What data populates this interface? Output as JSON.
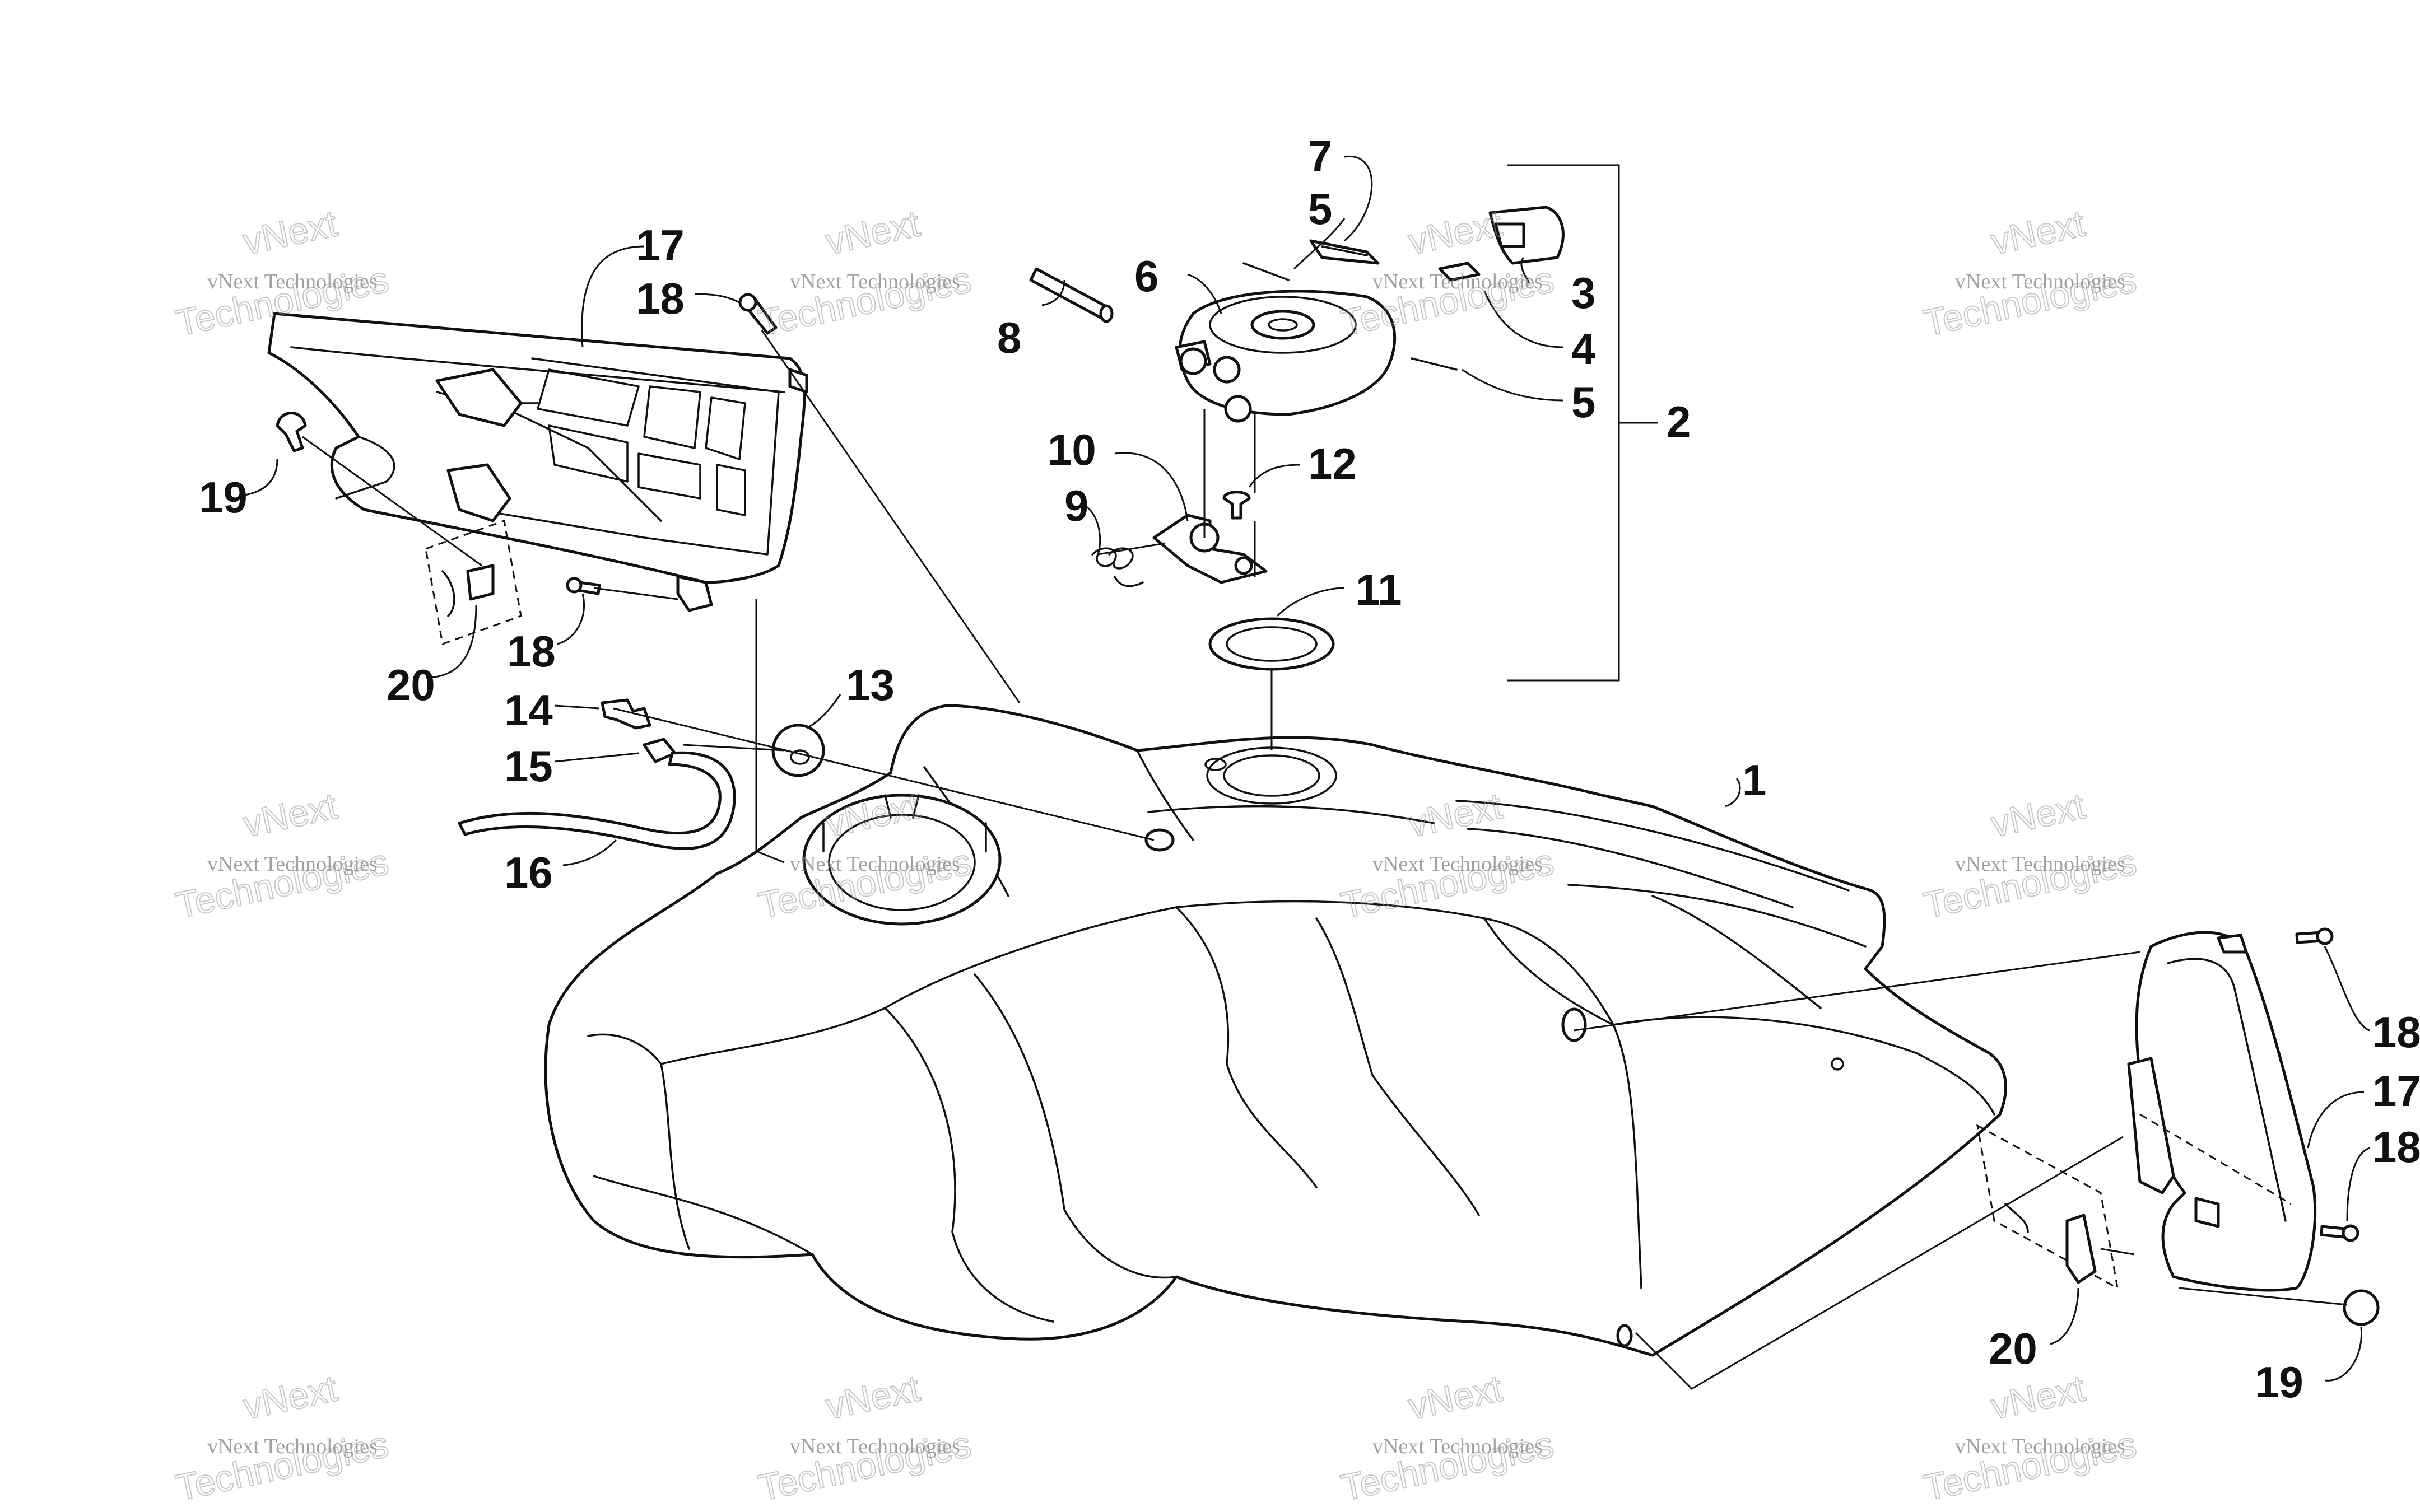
{
  "callouts": {
    "c1": "1",
    "c2": "2",
    "c3": "3",
    "c4": "4",
    "c5a": "5",
    "c5b": "5",
    "c6": "6",
    "c7": "7",
    "c8": "8",
    "c9": "9",
    "c10": "10",
    "c11": "11",
    "c12": "12",
    "c13": "13",
    "c14": "14",
    "c15": "15",
    "c16": "16",
    "c17a": "17",
    "c17b": "17",
    "c18a": "18",
    "c18b": "18",
    "c18c": "18",
    "c18d": "18",
    "c19a": "19",
    "c19b": "19",
    "c20a": "20",
    "c20b": "20"
  },
  "watermark": {
    "small": "vNext Technologies",
    "big_top": "vNext",
    "big_bottom": "Technologies"
  }
}
